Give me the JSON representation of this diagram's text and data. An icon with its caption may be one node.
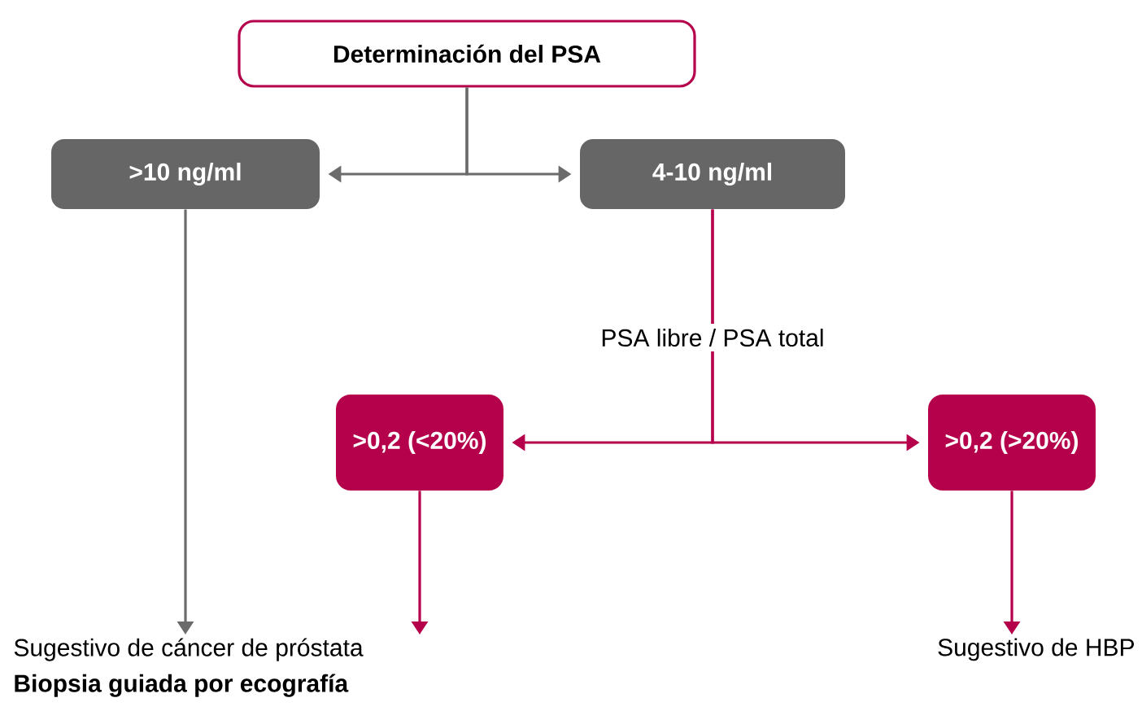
{
  "diagram": {
    "nodes": [
      {
        "text": [
          "Determinación del PSA"
        ]
      },
      {
        "text": [
          ">10 ng/ml"
        ]
      },
      {
        "text": [
          "4-10 ng/ml"
        ]
      },
      {
        "text": [
          ">0,2 (<20%)"
        ]
      },
      {
        "text": [
          ">0,2 (>20%)"
        ]
      },
      {
        "text": [
          "Sugestivo de cáncer de próstata",
          "Biopsia guiada por ecografía"
        ]
      },
      {
        "text": [
          "Sugestivo de HBP"
        ]
      }
    ],
    "edges": [
      {
        "from": 0,
        "to": 1,
        "arrow": "to",
        "color": "#6b6b6b"
      },
      {
        "from": 0,
        "to": 2,
        "arrow": "to",
        "color": "#6b6b6b"
      },
      {
        "from": 2,
        "to": 3,
        "arrow": "to",
        "label": "PSA libre / PSA total"
      },
      {
        "from": 2,
        "to": 4,
        "arrow": "to"
      },
      {
        "from": 1,
        "to": 5,
        "arrow": "to",
        "color": "#6b6b6b"
      },
      {
        "from": 3,
        "to": 5,
        "arrow": "to"
      },
      {
        "from": 4,
        "to": 6,
        "arrow": "to"
      }
    ]
  }
}
